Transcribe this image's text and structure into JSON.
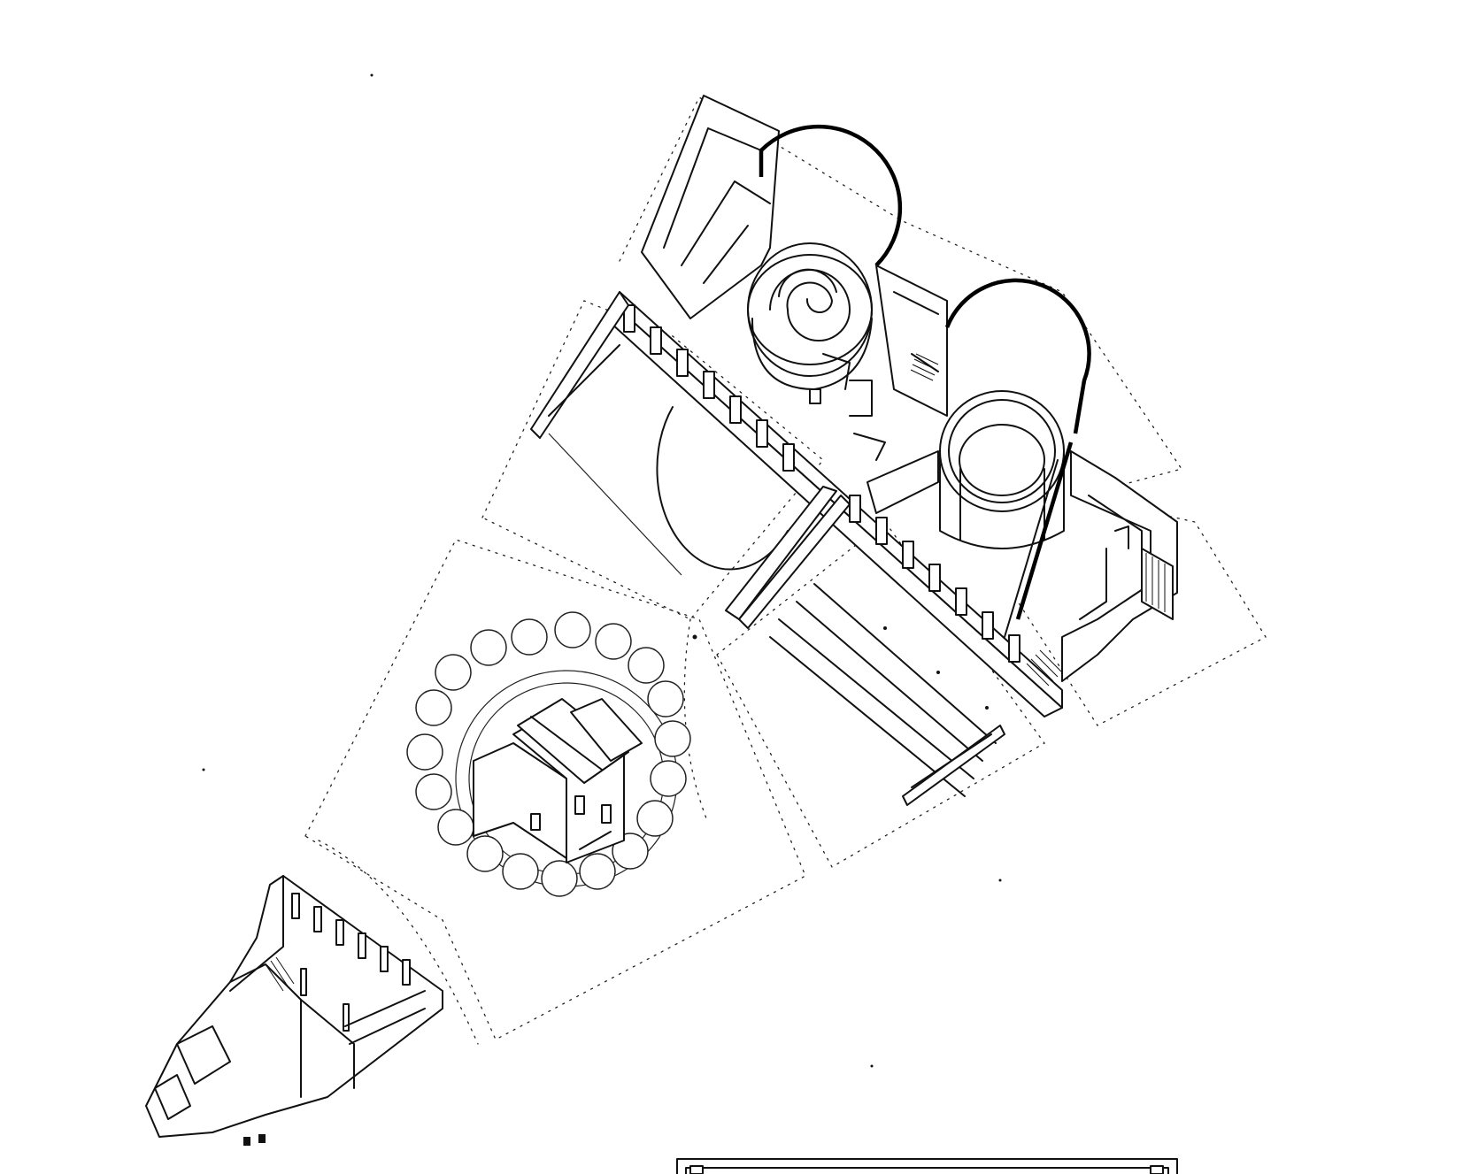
{
  "drawing": {
    "kind": "axonometric architectural drawing",
    "ink_color": "#111111",
    "paper_color": "#ffffff",
    "parts": [
      {
        "id": "north-building",
        "icon": "cylinder-tower-icon"
      },
      {
        "id": "spiral-court",
        "icon": "spiral-icon"
      },
      {
        "id": "round-court",
        "icon": "cylinder-icon"
      },
      {
        "id": "semicircle-garden",
        "icon": "arc-icon"
      },
      {
        "id": "villa-with-tree-ring",
        "icon": "house-icon"
      },
      {
        "id": "striped-courtyard",
        "icon": "courtyard-icon"
      },
      {
        "id": "south-wing",
        "icon": "building-wing-icon"
      },
      {
        "id": "title-frame",
        "icon": "frame-icon"
      }
    ]
  }
}
